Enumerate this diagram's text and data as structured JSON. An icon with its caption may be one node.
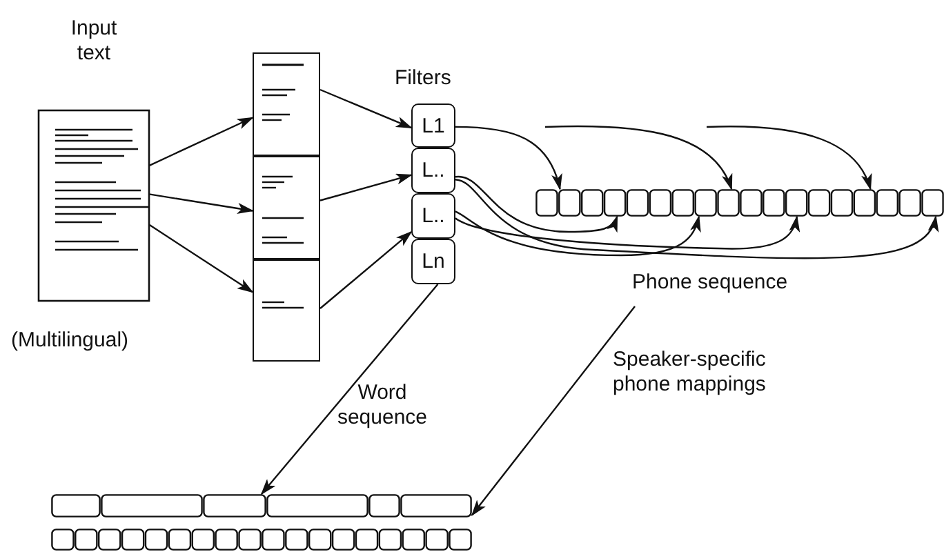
{
  "diagram": {
    "nodes": [
      {
        "text": [
          "Input text"
        ]
      },
      {
        "text": [],
        "shape": "box"
      },
      {
        "text": [],
        "shape": "box"
      },
      {
        "text": [],
        "shape": "box"
      },
      {
        "text": [
          "L1"
        ]
      },
      {
        "text": [
          "L.."
        ]
      },
      {
        "text": [
          "L.."
        ]
      },
      {
        "text": [
          "Ln"
        ]
      },
      {
        "text": [],
        "shape": "bar"
      },
      {
        "text": [],
        "shape": "bar"
      },
      {
        "text": [],
        "shape": "bar"
      }
    ],
    "edges": [
      {
        "from": 0,
        "to": 1,
        "arrow": "to"
      },
      {
        "from": 0,
        "to": 2,
        "arrow": "to"
      },
      {
        "from": 0,
        "to": 3,
        "arrow": "to"
      },
      {
        "from": 1,
        "to": 4,
        "arrow": "to"
      },
      {
        "from": 2,
        "to": 5,
        "arrow": "to"
      },
      {
        "from": 3,
        "to": 6,
        "arrow": "to"
      },
      {
        "from": 4,
        "to": 8,
        "arrow": "to"
      },
      {
        "from": null,
        "to": 8,
        "arrow": "to"
      },
      {
        "from": null,
        "to": 8,
        "arrow": "to"
      },
      {
        "from": 5,
        "to": 8,
        "arrow": "to"
      },
      {
        "from": 5,
        "to": 8,
        "arrow": "to"
      },
      {
        "from": 6,
        "to": 8,
        "arrow": "to"
      },
      {
        "from": 6,
        "to": 8,
        "arrow": "to"
      },
      {
        "from": 7,
        "to": 9,
        "arrow": "to",
        "label": "Word sequence"
      },
      {
        "from": null,
        "to": 9,
        "arrow": "to",
        "label": "Speaker-specific phone mappings"
      }
    ],
    "labels": [
      "Filters",
      "Phone sequence",
      "(Multilingual)"
    ]
  }
}
